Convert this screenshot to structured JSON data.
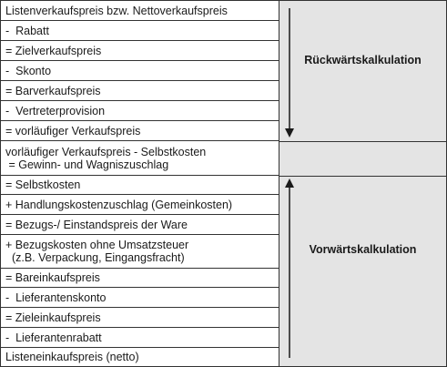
{
  "section_top": {
    "label": "Rückwärtskalkulation",
    "rows": [
      "Listenverkaufspreis bzw. Nettoverkaufspreis",
      "-  Rabatt",
      "= Zielverkaufspreis",
      "-  Skonto",
      "= Barverkaufspreis",
      "-  Vertreterprovision",
      "= vorläufiger Verkaufspreis"
    ]
  },
  "section_middle": {
    "lines": [
      "vorläufiger Verkaufspreis - Selbstkosten",
      " = Gewinn- und Wagniszuschlag"
    ]
  },
  "section_bottom": {
    "label": "Vorwärtskalkulation",
    "rows": [
      "= Selbstkosten",
      "+ Handlungskostenzuschlag (Gemeinkosten)",
      "= Bezugs-/ Einstandspreis der Ware",
      "+ Bezugskosten ohne Umsatzsteuer",
      "= Bareinkaufspreis",
      "-  Lieferantenskonto",
      "= Zieleinkaufspreis",
      "-  Lieferantenrabatt",
      "Listeneinkaufspreis (netto)"
    ],
    "bezugskosten_detail": "  (z.B. Verpackung, Eingangsfracht)"
  },
  "colors": {
    "border": "#333333",
    "label_background": "#e4e4e4",
    "text": "#1a1a1a"
  }
}
